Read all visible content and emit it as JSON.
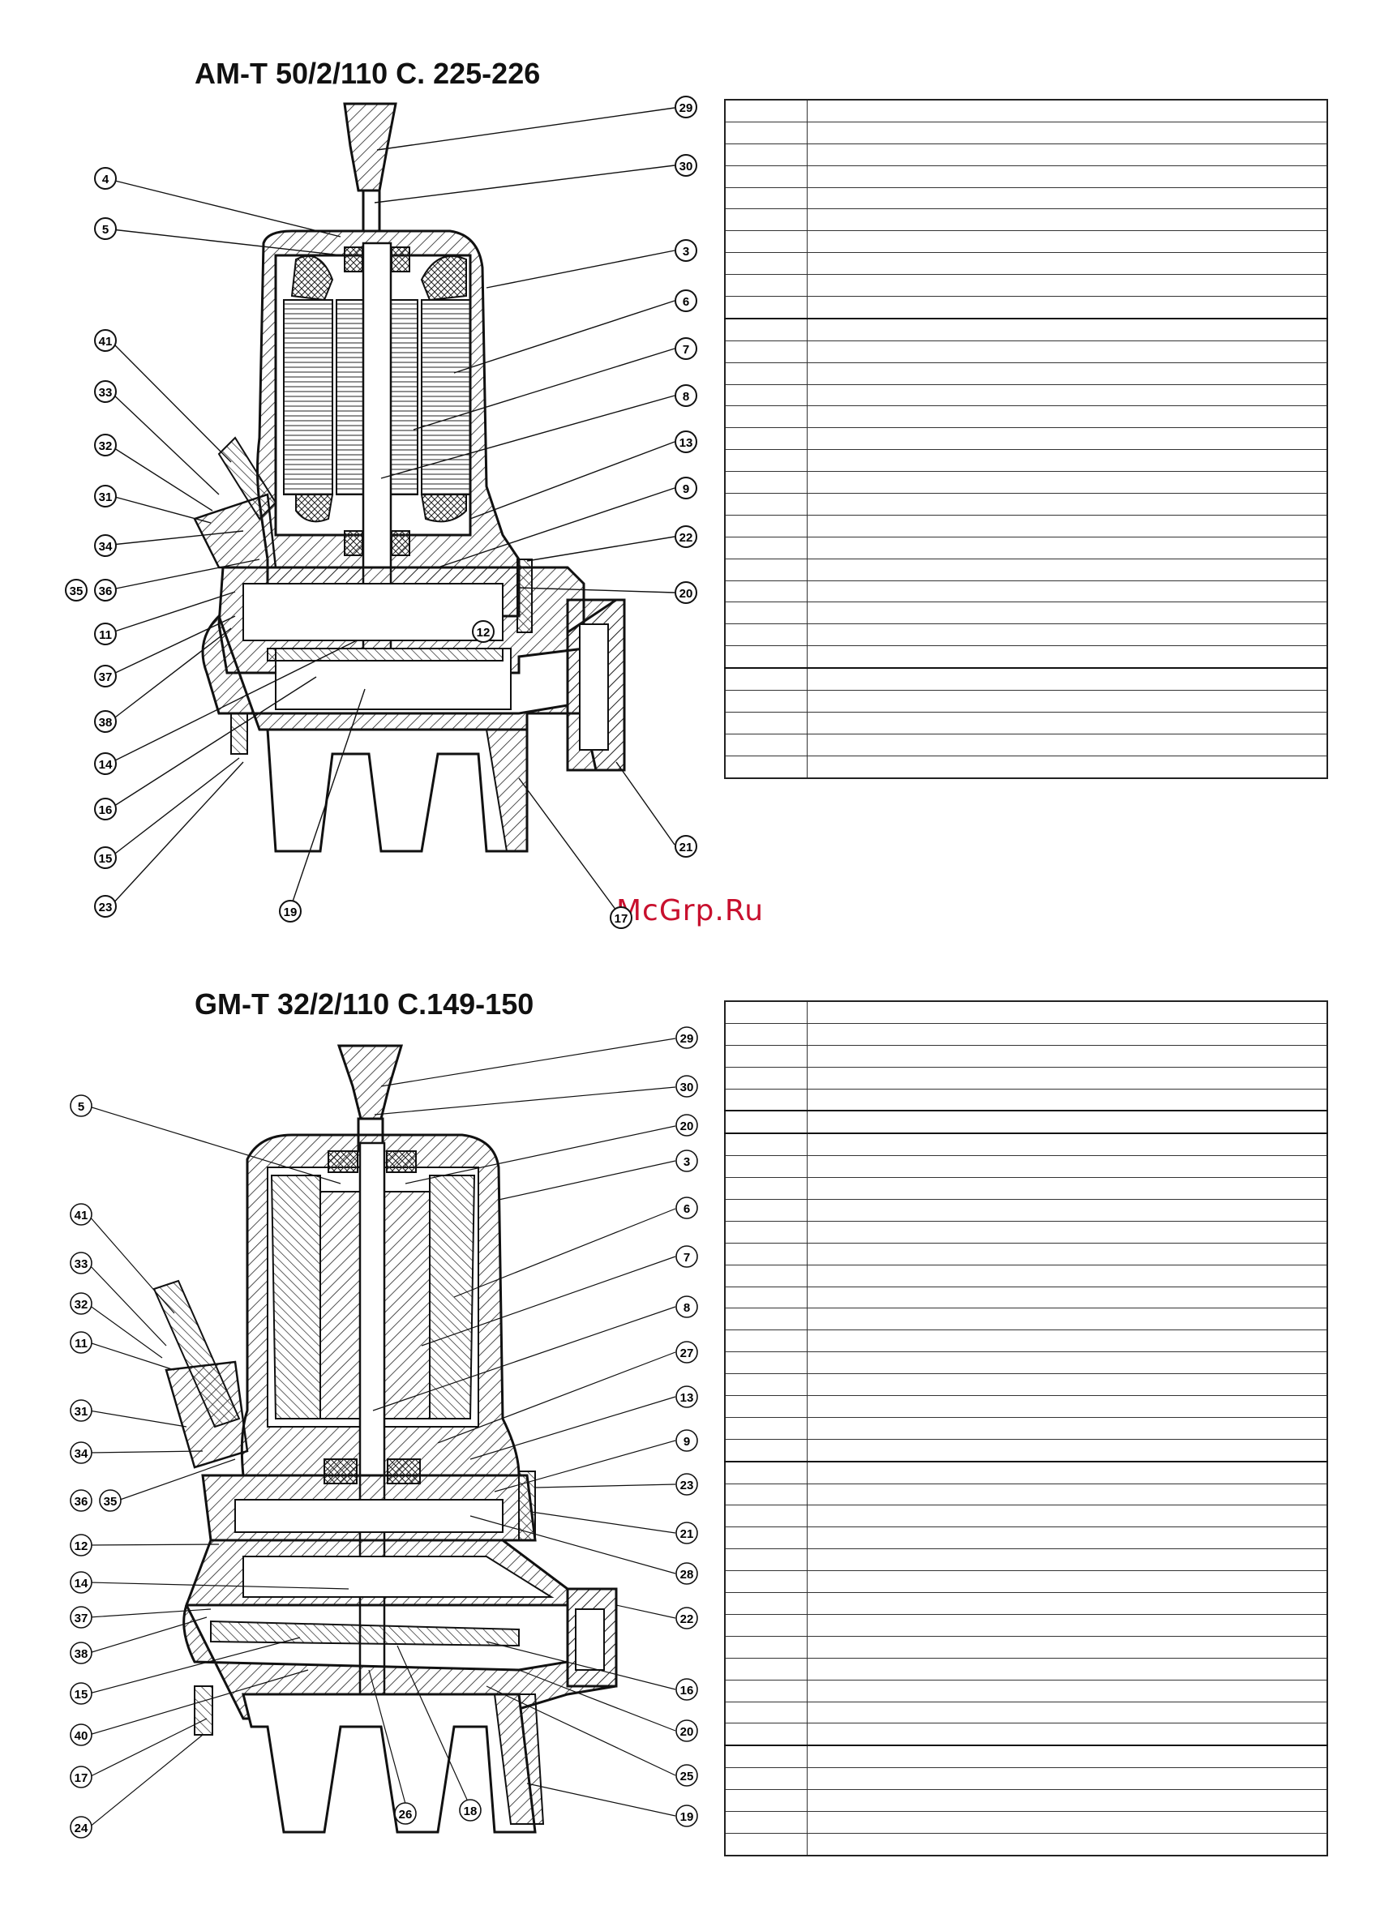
{
  "watermark": "McGrp.Ru",
  "sections": [
    {
      "title": "AM-T 50/2/110 C. 225-226",
      "table_rows": 31,
      "callouts": [
        "29",
        "30",
        "4",
        "5",
        "3",
        "6",
        "41",
        "7",
        "33",
        "8",
        "32",
        "13",
        "31",
        "9",
        "34",
        "22",
        "35",
        "36",
        "20",
        "11",
        "12",
        "37",
        "38",
        "14",
        "16",
        "15",
        "21",
        "23",
        "19",
        "17"
      ]
    },
    {
      "title": "GM-T 32/2/110 C.149-150",
      "table_rows": 39,
      "callouts": [
        "29",
        "30",
        "5",
        "20",
        "3",
        "6",
        "41",
        "7",
        "33",
        "32",
        "8",
        "11",
        "27",
        "31",
        "13",
        "34",
        "9",
        "36",
        "35",
        "23",
        "12",
        "21",
        "28",
        "14",
        "22",
        "37",
        "38",
        "15",
        "16",
        "40",
        "20",
        "17",
        "25",
        "24",
        "26",
        "18",
        "19"
      ]
    }
  ]
}
